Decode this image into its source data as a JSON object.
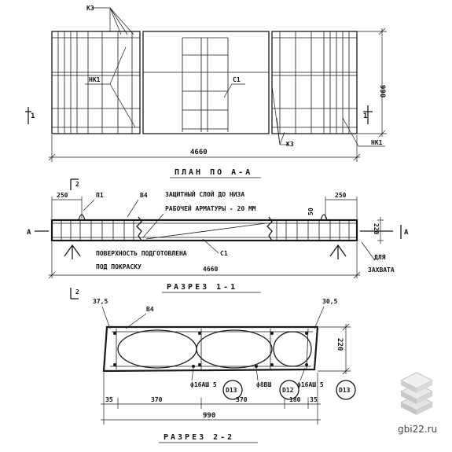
{
  "plan": {
    "title": "ПЛАН ПО А-А",
    "total_length": "4660",
    "width": "990",
    "labels": {
      "k3_top": "К3",
      "nk1_left": "НК1",
      "c1": "С1",
      "k3_bottom": "К3",
      "nk1_right": "НК1"
    },
    "section_mark": "1",
    "section_mark_right": "1"
  },
  "section1": {
    "title": "РАЗРЕЗ 1-1",
    "mark_top": "2",
    "dim_left": "250",
    "dim_right": "250",
    "height": "220",
    "label_p1": "П1",
    "label_v4": "В4",
    "note_protective": "ЗАЩИТНЫЙ СЛОЙ ДО НИЗА",
    "note_rebar": "РАБОЧЕЙ АРМАТУРЫ - 20 ММ",
    "note_surface": "ПОВЕРХНОСТЬ ПОДГОТОВЛЕНА",
    "note_paint": "ПОД ПОКРАСКУ",
    "total_length": "4660",
    "label_c1": "С1",
    "cut_left": "А",
    "cut_right": "А",
    "grip_1": "ДЛЯ",
    "grip_2": "ЗАХВАТА",
    "small_mark": "50"
  },
  "section2": {
    "title": "РАЗРЕЗ 2-2",
    "mark": "2",
    "dim_top_left": "37,5",
    "dim_top_right": "30,5",
    "label_v4": "В4",
    "height": "220",
    "rebar_1": "ф16АШ 5",
    "rebar_2": "ф8ВШ",
    "rebar_3": "ф16АШ 5",
    "circle_1": "D13",
    "circle_2": "D12",
    "circle_3": "D13",
    "dims_bottom": [
      "35",
      "370",
      "370",
      "180",
      "35"
    ],
    "total_width": "990"
  },
  "watermark": {
    "site": "gbi22.ru"
  }
}
